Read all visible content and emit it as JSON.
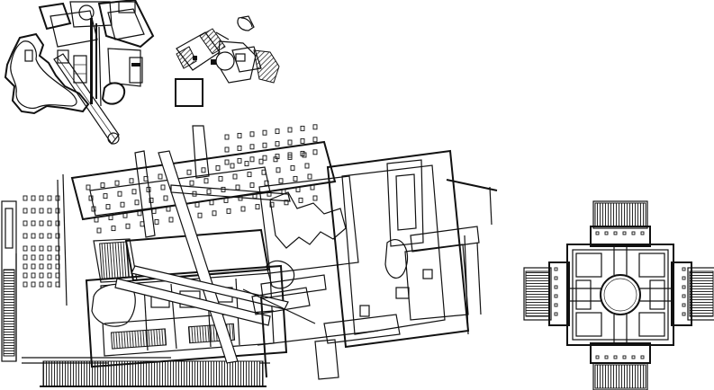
{
  "drawing": {
    "colors": {
      "ink": "#111111",
      "paper": "#ffffff"
    },
    "plans": [
      "collage-plan-upper-left",
      "collage-plan-upper-middle",
      "collage-plan-large-lower",
      "villa-plan-right"
    ]
  }
}
